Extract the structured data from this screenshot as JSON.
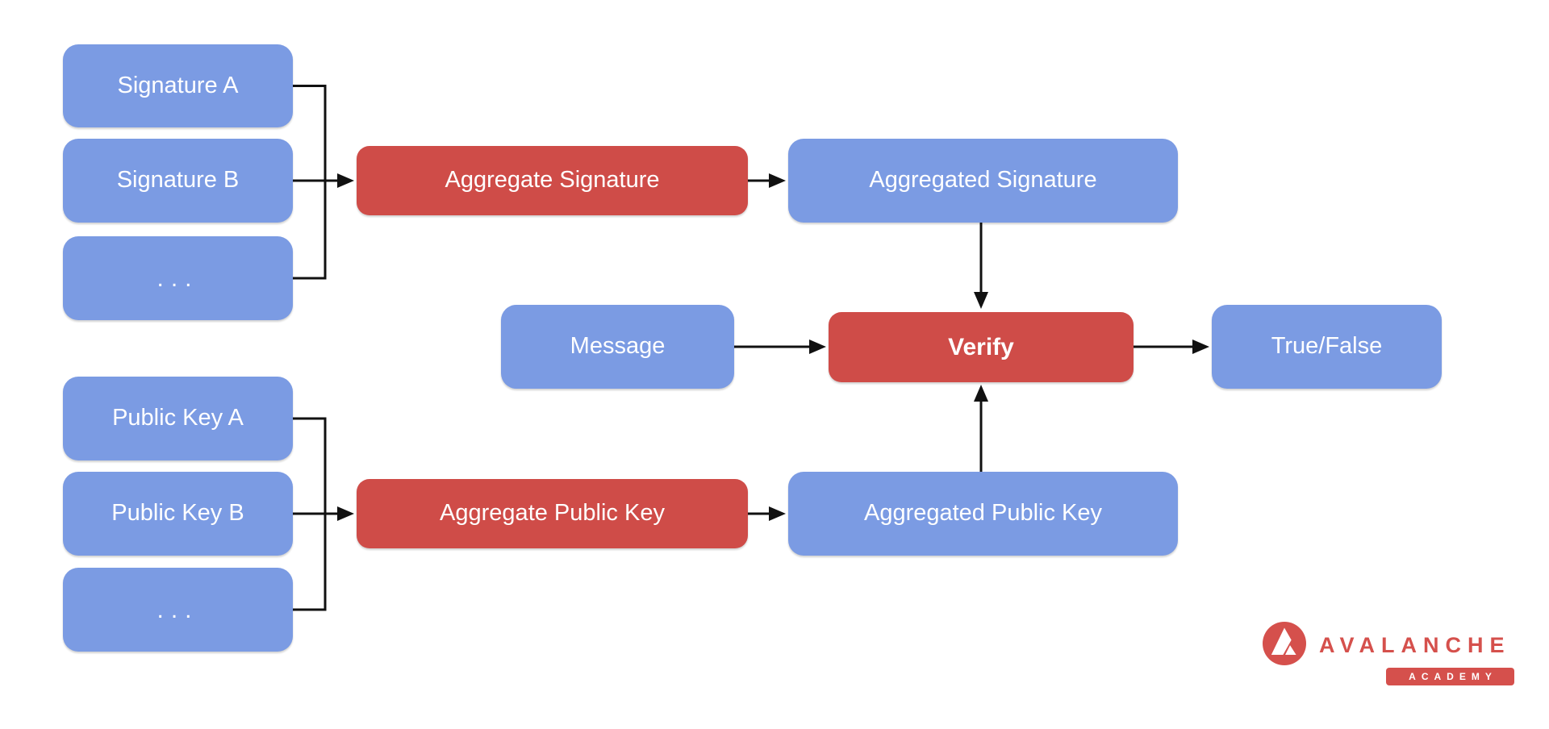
{
  "diagram": {
    "nodes": {
      "signature_a": {
        "label": "Signature A"
      },
      "signature_b": {
        "label": "Signature B"
      },
      "signature_more": {
        "label": "..."
      },
      "aggregate_signature": {
        "label": "Aggregate Signature"
      },
      "aggregated_signature": {
        "label": "Aggregated Signature"
      },
      "message": {
        "label": "Message"
      },
      "verify": {
        "label": "Verify"
      },
      "true_false": {
        "label": "True/False"
      },
      "public_key_a": {
        "label": "Public Key A"
      },
      "public_key_b": {
        "label": "Public Key B"
      },
      "public_key_more": {
        "label": "..."
      },
      "aggregate_public_key": {
        "label": "Aggregate Public Key"
      },
      "aggregated_public_key": {
        "label": "Aggregated Public Key"
      }
    },
    "colors": {
      "node_blue": "#7B9BE3",
      "node_red": "#CF4C48",
      "node_text": "#FFFFFF",
      "connector": "#111111",
      "logo_red": "#D5504C"
    },
    "logo": {
      "brand": "AVALANCHE",
      "badge": "ACADEMY",
      "mark": "avalanche-triangle-logo"
    }
  }
}
